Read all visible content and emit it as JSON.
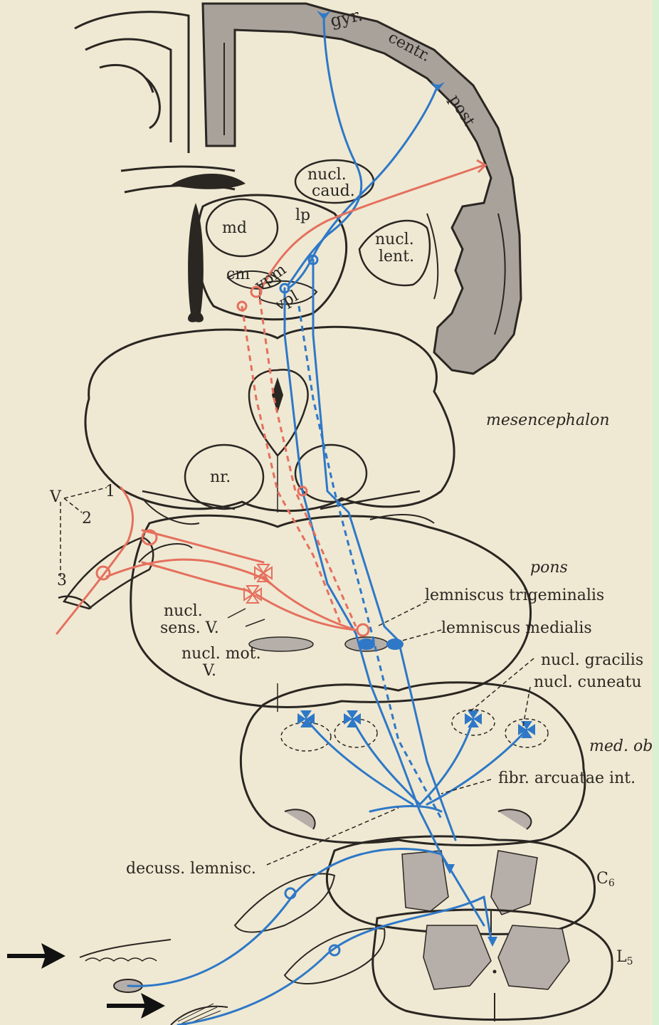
{
  "colors": {
    "paper": "#efe9d3",
    "ink": "#2a2622",
    "cortex": "#a9a29b",
    "grey": "#b6aea8",
    "blue": "#2e78c7",
    "red": "#e5705e",
    "strip": "#d9f0d2"
  },
  "labels": {
    "gyr": "gyr.",
    "centr": "centr.",
    "post": "post.",
    "nucl_caud_1": "nucl.",
    "nucl_caud_2": "caud.",
    "lp": "lp",
    "md": "md",
    "nucl_lent_1": "nucl.",
    "nucl_lent_2": "lent.",
    "cm": "cm",
    "vpm": "vpm",
    "vpl": "vpl",
    "mesencephalon": "mesencephalon",
    "nr": "nr.",
    "v": "V",
    "n1": "1",
    "n2": "2",
    "n3": "3",
    "pons": "pons",
    "lemniscus_trigeminalis": "lemniscus trigeminalis",
    "lemniscus_medialis": "lemniscus medialis",
    "nucl_sens_1": "nucl.",
    "nucl_sens_2": "sens. V.",
    "nucl_mot_1": "nucl. mot.",
    "nucl_mot_2": "V.",
    "nucl_gracilis": "nucl. gracilis",
    "nucl_cuneatus": "nucl. cuneatu",
    "med_ob": "med. ob",
    "fibr_arcuatae": "fibr. arcuatae int.",
    "decuss_lemnisc": "decuss. lemnisc.",
    "c6_main": "C",
    "c6_sub": "6",
    "l5_main": "L",
    "l5_sub": "5"
  },
  "arrows": [
    "arrow-upper",
    "arrow-lower"
  ]
}
